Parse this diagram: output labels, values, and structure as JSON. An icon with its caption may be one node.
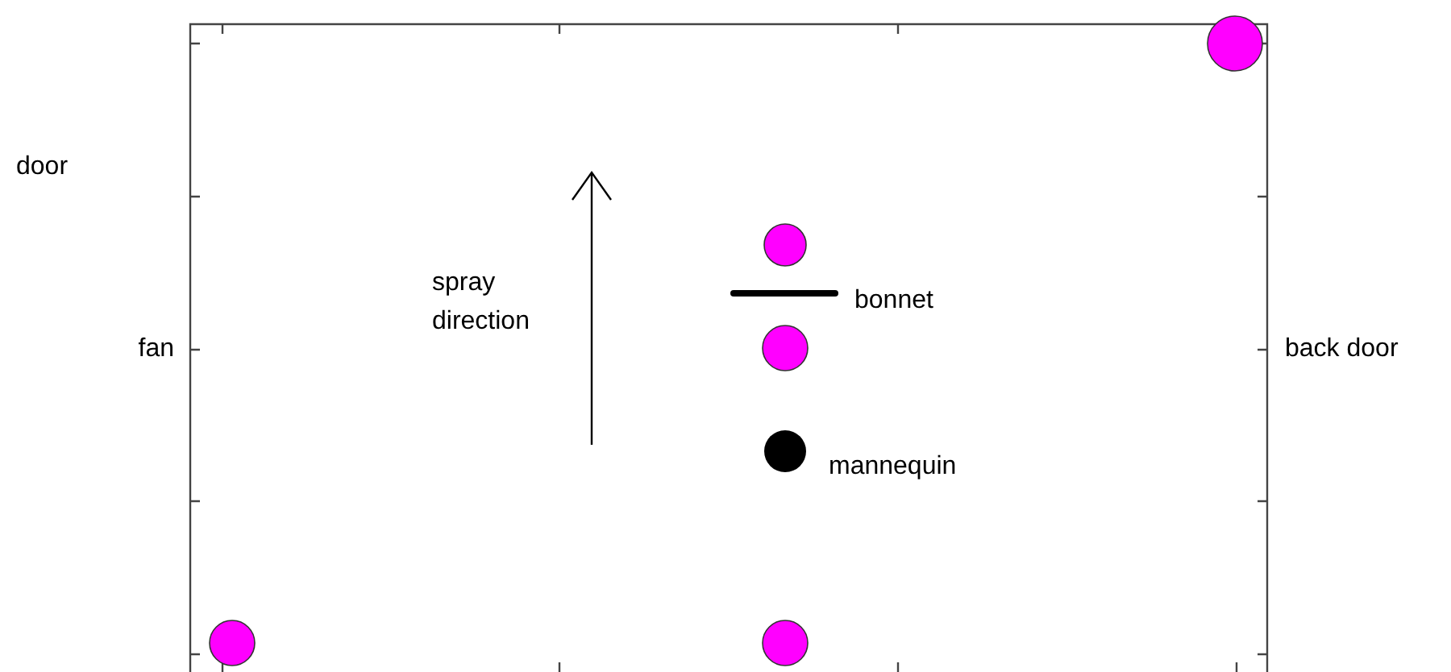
{
  "diagram": {
    "labels": [
      "door",
      "spray direction",
      "bonnet",
      "fan",
      "back door",
      "mannequin"
    ]
  }
}
